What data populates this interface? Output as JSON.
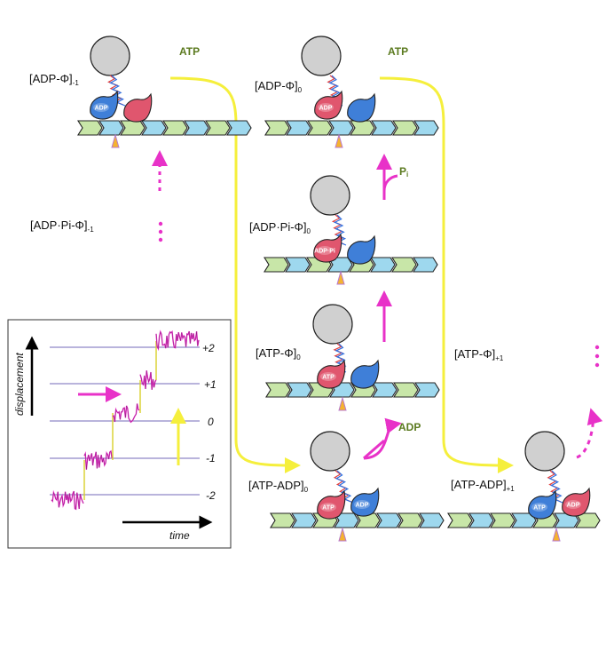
{
  "states": {
    "adp_phi_m1": "[ADP-Φ]",
    "adp_phi_m1_sub": "-1",
    "adp_pi_phi_m1": "[ADP·Pi-Φ]",
    "adp_pi_phi_m1_sub": "-1",
    "adp_phi_0": "[ADP-Φ]",
    "adp_phi_0_sub": "0",
    "adp_pi_phi_0": "[ADP·Pi-Φ]",
    "adp_pi_phi_0_sub": "0",
    "atp_phi_0": "[ATP-Φ]",
    "atp_phi_0_sub": "0",
    "atp_adp_0": "[ATP-ADP]",
    "atp_adp_0_sub": "0",
    "atp_phi_p1": "[ATP-Φ]",
    "atp_phi_p1_sub": "+1",
    "atp_adp_p1": "[ATP-ADP]",
    "atp_adp_p1_sub": "+1"
  },
  "chemicals": {
    "atp": "ATP",
    "pi": "P",
    "pi_sub": "i",
    "adp": "ADP"
  },
  "head_labels": {
    "adp": "ADP",
    "atp": "ATP",
    "adp_pi": "ADP·Pi"
  },
  "inset": {
    "y_axis_label": "displacement",
    "x_axis_label": "time",
    "ticks": [
      "+2",
      "+1",
      "0",
      "-1",
      "-2"
    ]
  },
  "colors": {
    "yellow_path": "#f5ef3c",
    "magenta": "#e832c8",
    "filament_green": "#c8e6a8",
    "filament_blue": "#9ed8ee",
    "head_red": "#e0566e",
    "head_blue": "#3f7fd8",
    "bead": "#d0d0d0",
    "chem_text": "#5b7a1f"
  }
}
